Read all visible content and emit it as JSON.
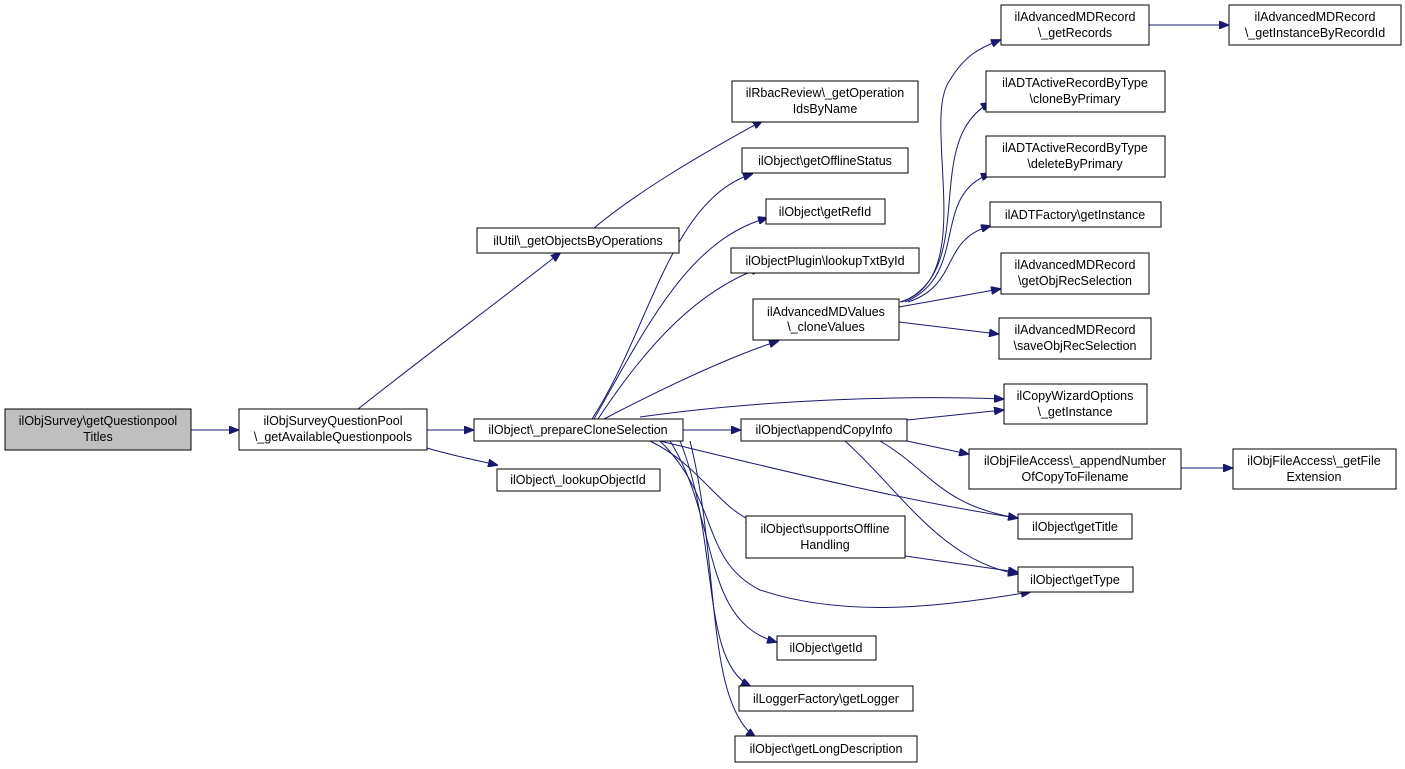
{
  "graph": {
    "nodes": {
      "root": [
        "ilObjSurvey\\getQuestionpool",
        "Titles"
      ],
      "avail": [
        "ilObjSurveyQuestionPool",
        "\\_getAvailableQuestionpools"
      ],
      "getobjs": [
        "ilUtil\\_getObjectsByOperations"
      ],
      "rbac": [
        "ilRbacReview\\_getOperation",
        "IdsByName"
      ],
      "prepare": [
        "ilObject\\_prepareCloneSelection"
      ],
      "lookupid": [
        "ilObject\\_lookupObjectId"
      ],
      "offline": [
        "ilObject\\getOfflineStatus"
      ],
      "refid": [
        "ilObject\\getRefId"
      ],
      "plugin": [
        "ilObjectPlugin\\lookupTxtById"
      ],
      "advvals": [
        "ilAdvancedMDValues",
        "\\_cloneValues"
      ],
      "getrecords": [
        "ilAdvancedMDRecord",
        "\\_getRecords"
      ],
      "instbyrec": [
        "ilAdvancedMDRecord",
        "\\_getInstanceByRecordId"
      ],
      "clonebyprim": [
        "ilADTActiveRecordByType",
        "\\cloneByPrimary"
      ],
      "delbyprim": [
        "ilADTActiveRecordByType",
        "\\deleteByPrimary"
      ],
      "adtfactory": [
        "ilADTFactory\\getInstance"
      ],
      "getobjrec": [
        "ilAdvancedMDRecord",
        "\\getObjRecSelection"
      ],
      "saveobjrec": [
        "ilAdvancedMDRecord",
        "\\saveObjRecSelection"
      ],
      "copywiz": [
        "ilCopyWizardOptions",
        "\\_getInstance"
      ],
      "appendcopy": [
        "ilObject\\appendCopyInfo"
      ],
      "filenum": [
        "ilObjFileAccess\\_appendNumber",
        "OfCopyToFilename"
      ],
      "fileext": [
        "ilObjFileAccess\\_getFile",
        "Extension"
      ],
      "supports": [
        "ilObject\\supportsOffline",
        "Handling"
      ],
      "gettitle": [
        "ilObject\\getTitle"
      ],
      "gettype": [
        "ilObject\\getType"
      ],
      "getid": [
        "ilObject\\getId"
      ],
      "logger": [
        "ilLoggerFactory\\getLogger"
      ],
      "longdesc": [
        "ilObject\\getLongDescription"
      ]
    }
  }
}
